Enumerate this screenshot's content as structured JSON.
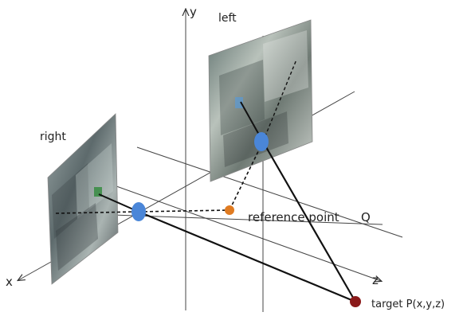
{
  "labels": {
    "axis_y": "y",
    "axis_x": "x",
    "axis_z": "z",
    "camera_left": "left",
    "camera_right": "right",
    "reference_point": "reference point",
    "reference_point_symbol": "Q",
    "target": "target P(x,y,z)"
  },
  "colors": {
    "camera_center": "#4a86d8",
    "reference_point": "#e07b21",
    "target_point": "#8b1a1a",
    "axis_line": "#333333",
    "ray_line": "#111111"
  }
}
